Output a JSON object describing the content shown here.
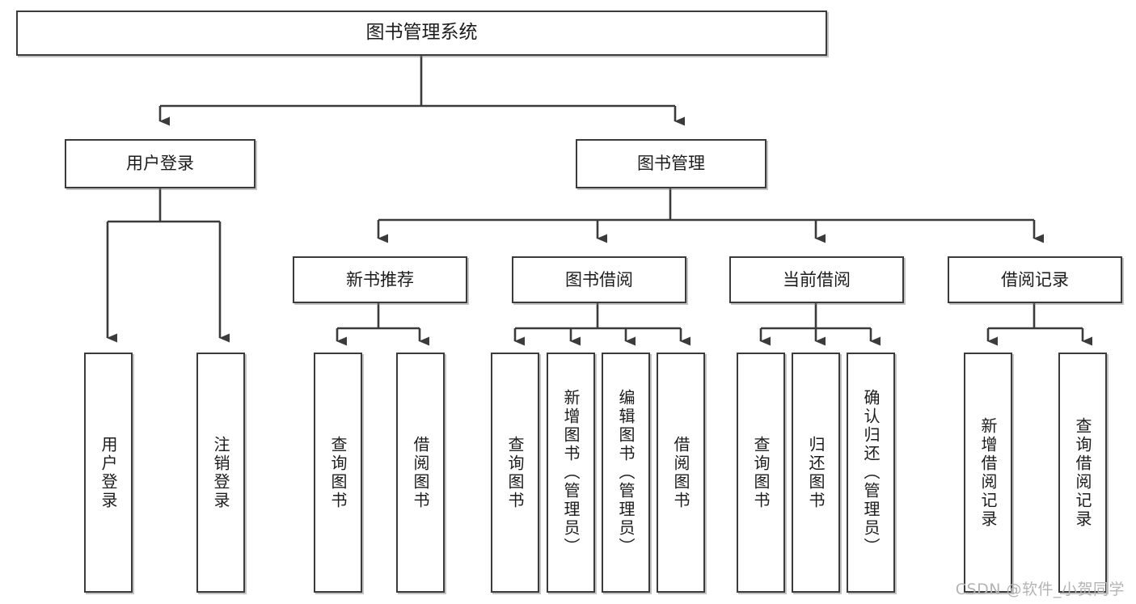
{
  "diagram": {
    "title": "图书管理系统",
    "type": "hierarchy-tree",
    "watermark": "CSDN @软件_小贺同学",
    "colors": {
      "stroke": "#3b3b3b",
      "text": "#1c1c1c",
      "background": "#ffffff",
      "watermark": "#b4b4b4"
    },
    "nodes": {
      "root": {
        "label": "图书管理系统"
      },
      "level2": [
        {
          "label": "用户登录"
        },
        {
          "label": "图书管理"
        }
      ],
      "level3": [
        {
          "label": "新书推荐"
        },
        {
          "label": "图书借阅"
        },
        {
          "label": "当前借阅"
        },
        {
          "label": "借阅记录"
        }
      ],
      "leaves": {
        "user_login": [
          {
            "label": "用户登录"
          },
          {
            "label": "注销登录"
          }
        ],
        "new_book_recommend": [
          {
            "label": "查询图书"
          },
          {
            "label": "借阅图书"
          }
        ],
        "book_borrow": [
          {
            "label": "查询图书"
          },
          {
            "label": "新增图书（管理员）"
          },
          {
            "label": "编辑图书（管理员）"
          },
          {
            "label": "借阅图书"
          }
        ],
        "current_borrow": [
          {
            "label": "查询图书"
          },
          {
            "label": "归还图书"
          },
          {
            "label": "确认归还（管理员）"
          }
        ],
        "borrow_record": [
          {
            "label": "新增借阅记录"
          },
          {
            "label": "查询借阅记录"
          }
        ]
      }
    }
  }
}
